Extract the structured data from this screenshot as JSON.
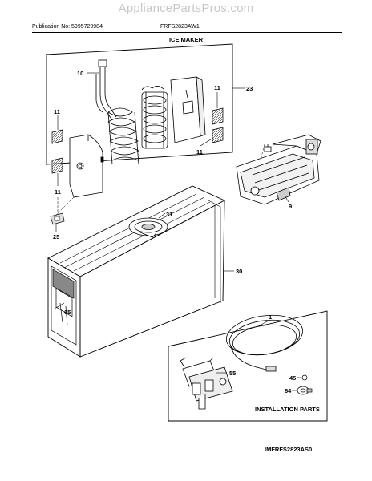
{
  "watermark": "AppliancePartsPros.com",
  "header": {
    "publication": "Publication No: 5995729984",
    "model": "FRFS2823AW1",
    "title": "ICE MAKER"
  },
  "callouts": {
    "c10": "10",
    "c23": "23",
    "c11a": "11",
    "c11b": "11",
    "c11c": "11",
    "c11d": "11",
    "c31": "31",
    "c9": "9",
    "c25": "25",
    "c30": "30",
    "c65": "65",
    "c1": "1",
    "c55": "55",
    "c45": "45",
    "c64": "64"
  },
  "installation_parts_label": "INSTALLATION PARTS",
  "footer": "IMFRFS2823AS0"
}
